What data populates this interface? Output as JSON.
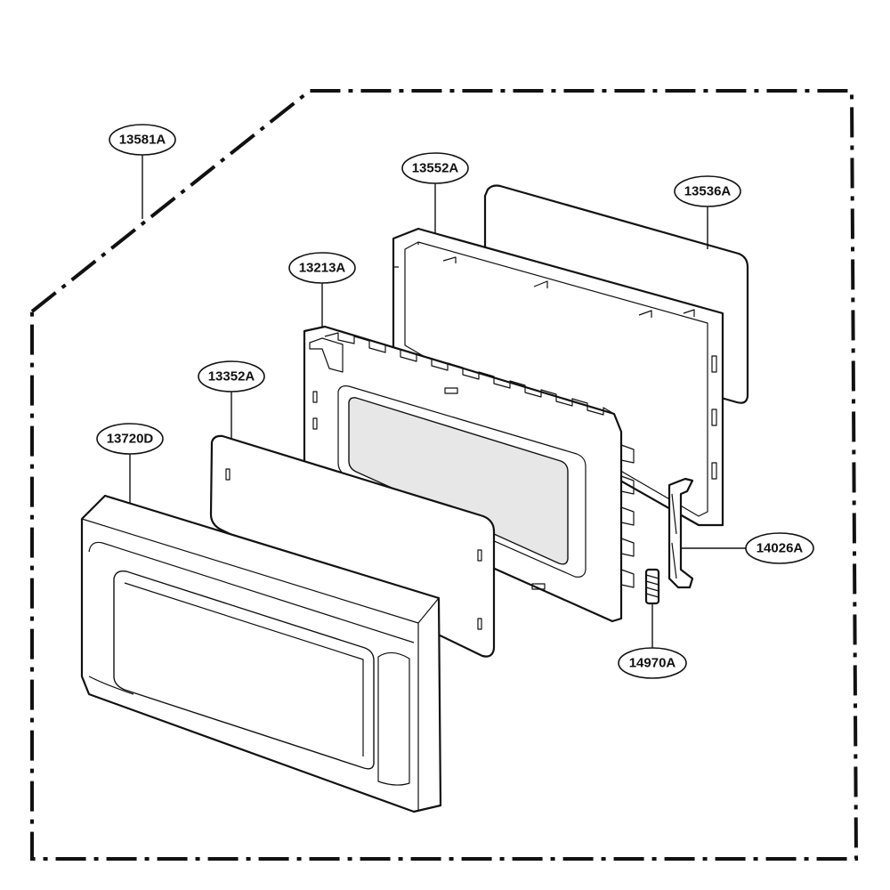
{
  "callouts": [
    {
      "id": "13581A",
      "label": "13581A"
    },
    {
      "id": "13552A",
      "label": "13552A"
    },
    {
      "id": "13536A",
      "label": "13536A"
    },
    {
      "id": "13213A",
      "label": "13213A"
    },
    {
      "id": "13352A",
      "label": "13352A"
    },
    {
      "id": "13720D",
      "label": "13720D"
    },
    {
      "id": "14026A",
      "label": "14026A"
    },
    {
      "id": "14970A",
      "label": "14970A"
    }
  ]
}
